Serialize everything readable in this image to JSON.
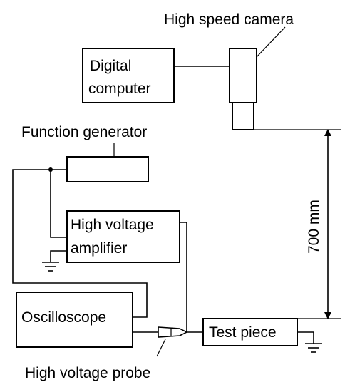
{
  "labels": {
    "high_speed_camera": "High speed camera",
    "digital_computer_line1": "Digital",
    "digital_computer_line2": "computer",
    "function_generator": "Function generator",
    "high_voltage_amplifier_line1": "High voltage",
    "high_voltage_amplifier_line2": "amplifier",
    "oscilloscope": "Oscilloscope",
    "test_piece": "Test piece",
    "high_voltage_probe": "High voltage probe",
    "distance": "700 mm"
  }
}
